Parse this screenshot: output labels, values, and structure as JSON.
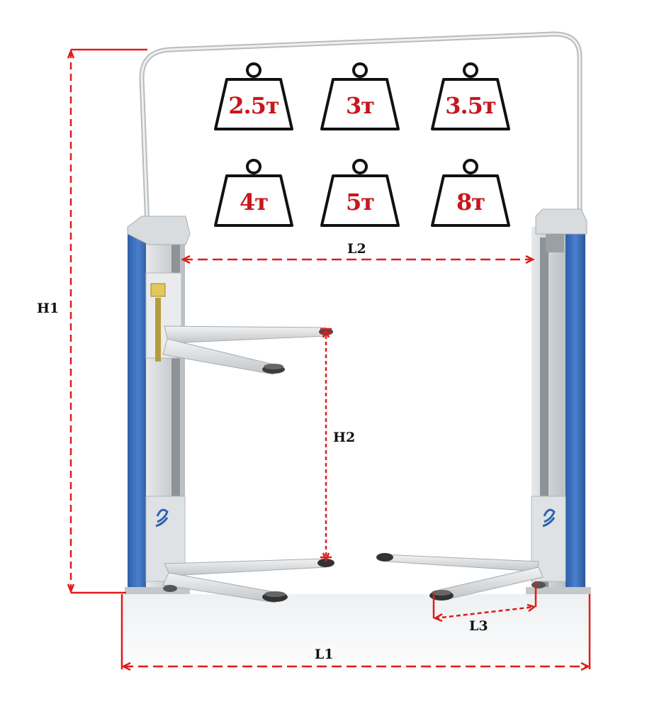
{
  "weights": [
    "2.5т",
    "3т",
    "3.5т",
    "4т",
    "5т",
    "8т"
  ],
  "dimensions": {
    "h1": "H1",
    "h2": "H2",
    "l1": "L1",
    "l2": "L2",
    "l3": "L3"
  },
  "colors": {
    "dimension_line": "#e01b1b",
    "weight_text": "#c8161d",
    "column_blue": "#3b6fc0",
    "column_grey": "#cfd3d6"
  }
}
